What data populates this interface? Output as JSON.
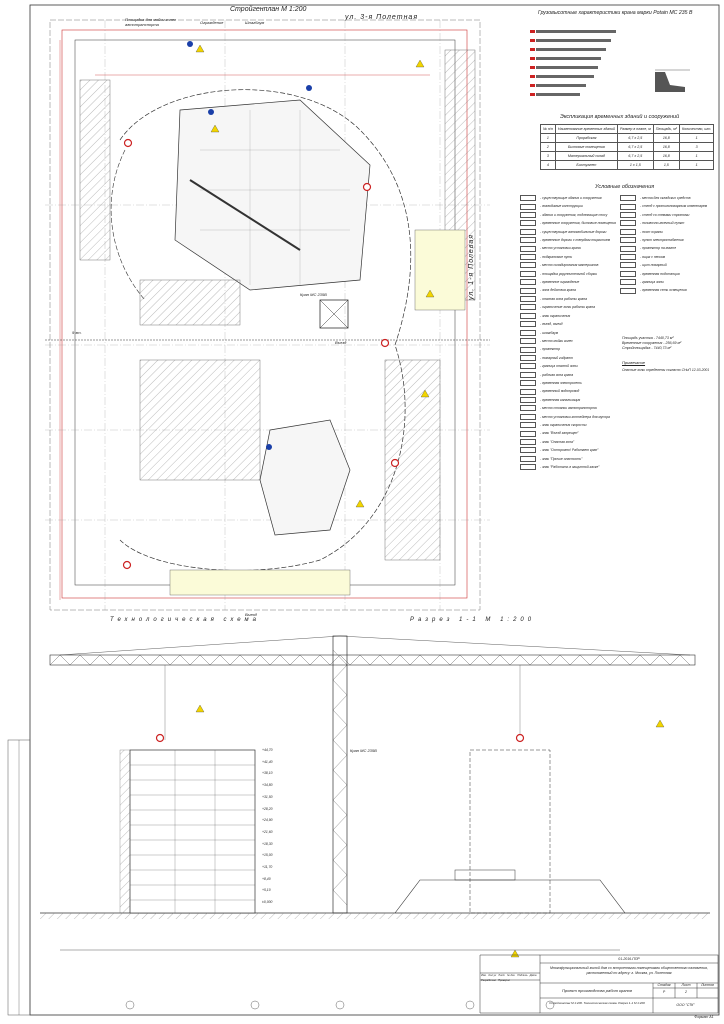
{
  "plan": {
    "title": "Стройгенплан М 1:200",
    "street_top": "ул. 3-я Полетная",
    "street_right": "ул. 1-я Полевая",
    "labels": [
      "Площадка для мойки колес автотранспорта",
      "Ограждение",
      "Шлагбаум",
      "Въезд",
      "Выезд",
      "9 эт.",
      "Кран МС 235В"
    ]
  },
  "crane_chart": {
    "title": "Грузовысотные характеристики крана марки Potain MC 235 B"
  },
  "explication": {
    "title": "Экспликация временных зданий и сооружений",
    "headers": [
      "№ п/п",
      "Наименование временных зданий",
      "Размер в плане, м",
      "Площадь, м²",
      "Количество, шт."
    ],
    "rows": [
      [
        "1",
        "Прорабская",
        "6,7 x 2,5",
        "16,8",
        "1"
      ],
      [
        "2",
        "Бытовые помещения",
        "6,7 x 2,5",
        "16,8",
        "3"
      ],
      [
        "3",
        "Материальный склад",
        "6,7 x 2,5",
        "16,8",
        "1"
      ],
      [
        "4",
        "Биотуалет",
        "1 x 1,5",
        "1,5",
        "1"
      ]
    ]
  },
  "legend": {
    "title": "Условные обозначения",
    "left": [
      "- существующие здания и сооружения",
      "- возводимые конструкции",
      "- здания и сооружения, подлежащие сносу",
      "- временные сооружения, бытовые помещения",
      "- существующие автомобильные дороги",
      "- временные дороги с твердым покрытием",
      "- место установки крана",
      "- подкрановые пути",
      "- место складирования материалов",
      "- площадка укрупнительной сборки",
      "- временное ограждение",
      "- зона действия крана",
      "- опасная зона работы крана",
      "- ограничение зоны работы крана",
      "- знак ограничения",
      "- въезд, выезд",
      "- шлагбаум",
      "- место мойки колес",
      "- прожектор",
      "- пожарный гидрант",
      "- граница опасной зоны",
      "- рабочая зона крана",
      "- временная электросеть",
      "- временный водопровод",
      "- временная канализация",
      "- место стоянки автотранспорта",
      "- место установки контейнера для мусора",
      "- знак ограничения скорости",
      "- знак \"Въезд запрещен\"",
      "- знак \"Опасная зона\"",
      "- знак \"Осторожно! Работает кран\"",
      "- знак \"Прочие опасности\"",
      "- знак \"Работать в защитной каске\""
    ],
    "right": [
      "- места для складских средств",
      "- стенд с противопожарным инвентарем",
      "- стенд со схемами строповки",
      "- поливочно-моечный пункт",
      "- пост охраны",
      "- пункт электроснабжения",
      "- прожектор на мачте",
      "- ящик с песком",
      "- щит пожарный",
      "- временная подстанция",
      "- граница зоны",
      "- временная сеть освещения"
    ],
    "summary": [
      "Площадь участка - 7440,73 м²",
      "Временные сооружения - 256,69 м²",
      "Стройплощадка - 7440,73 м²"
    ],
    "note_title": "Примечание",
    "note_text": "Опасные зоны определены согласно СНиП 12-03-2001"
  },
  "section": {
    "title_left": "Технологическая схема",
    "title_right": "Разрез 1-1 М 1:200",
    "crane_label": "Кран МС 235В",
    "heights": [
      "+44,70",
      "+41,40",
      "+38,10",
      "+34,80",
      "+31,50",
      "+28,20",
      "+24,90",
      "+21,60",
      "+18,30",
      "+15,00",
      "+11,70",
      "+8,40",
      "+5,10",
      "±0,000"
    ]
  },
  "title_block": {
    "code": "01-2016-ППР",
    "project": "Многофункциональный жилой дом со встроенными помещениями общественного назначения, расположенный по адресу: г. Москва, ул. Полетная",
    "sheet_name": "Проект производства работ кранов",
    "drawing": "Стройгенплан М 1:200. Технологическая схема. Разрез 1-1 М 1:200",
    "stage_h": "Стадия",
    "sheet_h": "Лист",
    "sheets_h": "Листов",
    "stage": "Р",
    "sheet": "2",
    "org": "ООО \"СТК\"",
    "format": "Формат А1",
    "roles": [
      "Изм.",
      "Кол.уч",
      "Лист",
      "№ док.",
      "Подпись",
      "Дата",
      "Разработал",
      "Проверил"
    ]
  }
}
